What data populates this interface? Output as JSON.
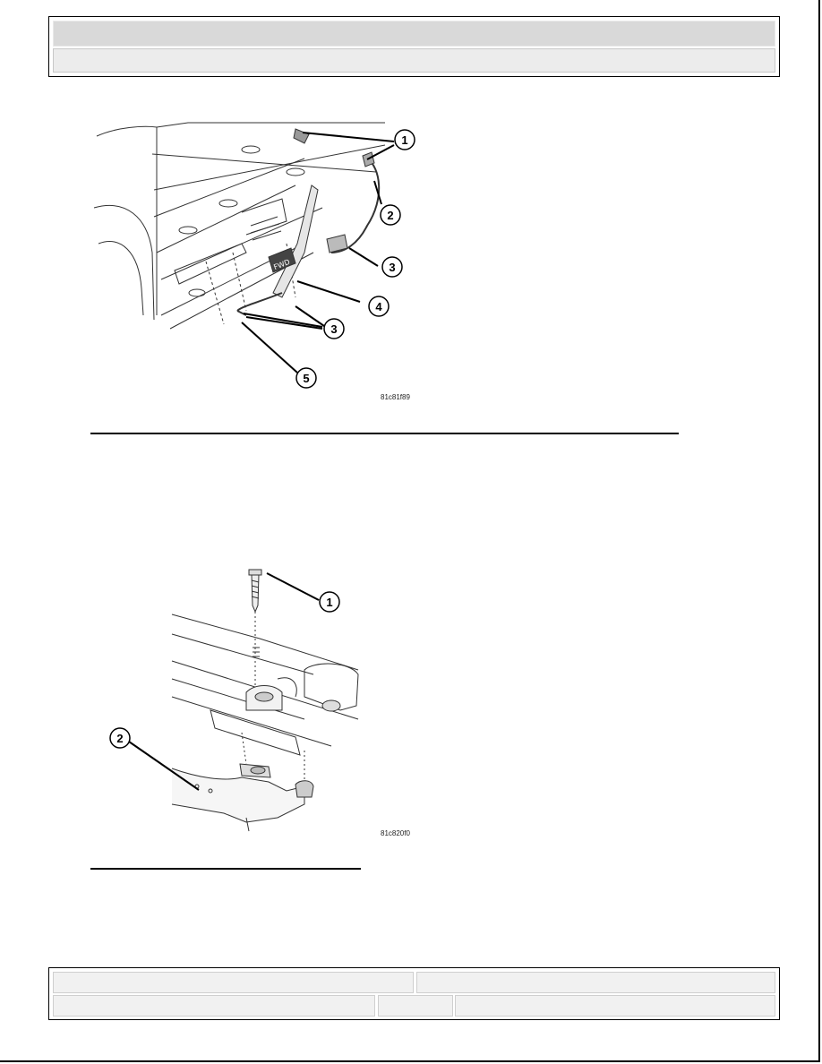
{
  "figures": [
    {
      "code": "81c81f89",
      "callouts": [
        "1",
        "2",
        "3",
        "4",
        "3",
        "5"
      ],
      "fwd_label": "FWD"
    },
    {
      "code": "81c820f0",
      "callouts": [
        "1",
        "2"
      ]
    }
  ]
}
